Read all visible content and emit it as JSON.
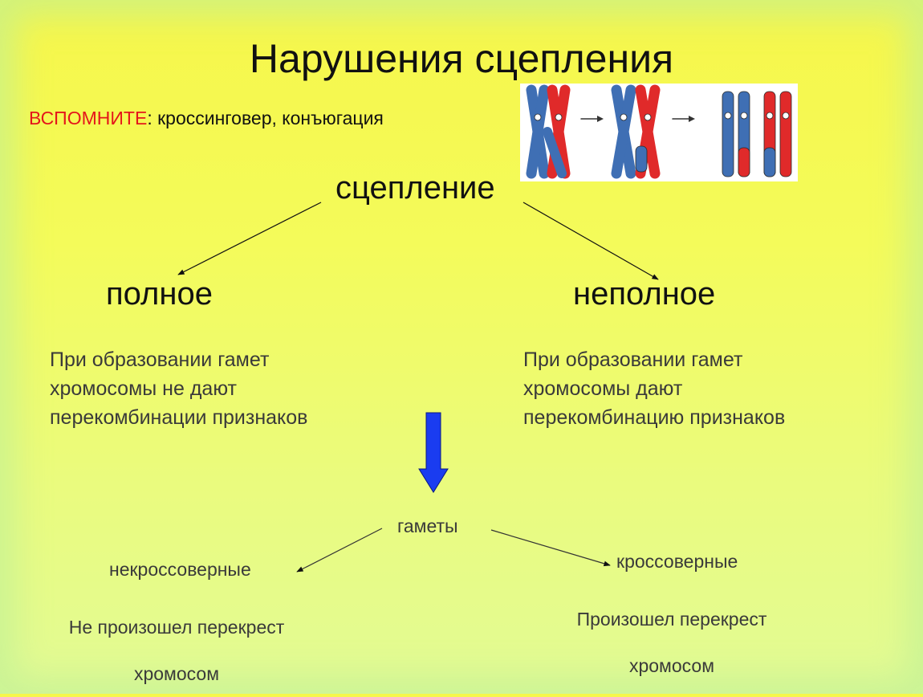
{
  "title": "Нарушения сцепления",
  "recall": {
    "label": "ВСПОМНИТЕ",
    "text": ": кроссинговер, конъюгация"
  },
  "root": "сцепление",
  "branches": {
    "full": {
      "label": "полное",
      "description": [
        "При образовании гамет",
        "хромосомы не дают",
        "перекомбинации признаков"
      ]
    },
    "partial": {
      "label": "неполное",
      "description": [
        "При образовании гамет",
        "хромосомы дают",
        "перекомбинацию признаков"
      ]
    }
  },
  "gametes": {
    "label": "гаметы",
    "noncrossover": {
      "label": "некроссоверные",
      "note": [
        "Не произошел перекрест",
        "хромосом"
      ]
    },
    "crossover": {
      "label": "кроссоверные",
      "note": [
        "Произошел перекрест",
        "хромосом"
      ]
    }
  },
  "colors": {
    "accent_red": "#e4161b",
    "chromosome_blue": "#3f6fb4",
    "chromosome_red": "#e02a2a",
    "down_arrow": "#1a3cf0"
  }
}
